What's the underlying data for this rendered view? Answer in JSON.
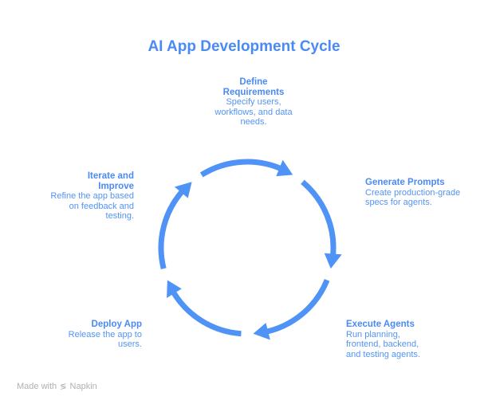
{
  "title": "AI App Development Cycle",
  "steps": [
    {
      "heading": "Define Requirements",
      "description": "Specify users, workflows, and data needs."
    },
    {
      "heading": "Generate Prompts",
      "description": "Create production-grade specs for agents."
    },
    {
      "heading": "Execute Agents",
      "description": "Run planning, frontend, backend, and testing agents."
    },
    {
      "heading": "Deploy App",
      "description": "Release the app to users."
    },
    {
      "heading": "Iterate and Improve",
      "description": "Refine the app based on feedback and testing."
    }
  ],
  "footer": {
    "made_with": "Made with",
    "brand": "Napkin"
  },
  "colors": {
    "accent": "#4f93f7",
    "text": "#4a8af4"
  }
}
